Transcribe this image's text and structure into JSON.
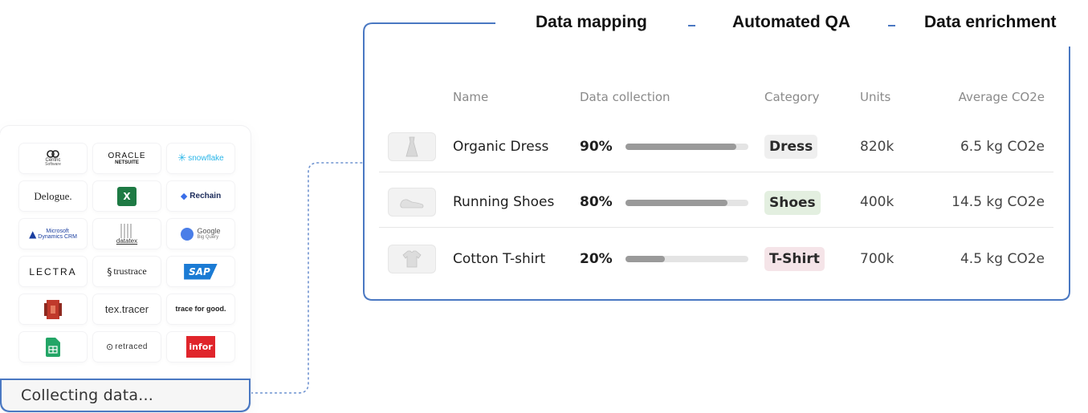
{
  "pipeline": {
    "steps": [
      "Data mapping",
      "Automated QA",
      "Data enrichment"
    ]
  },
  "table": {
    "headers": {
      "name": "Name",
      "collection": "Data collection",
      "category": "Category",
      "units": "Units",
      "co2": "Average CO2e"
    },
    "rows": [
      {
        "name": "Organic Dress",
        "pct": "90%",
        "progress": 0.9,
        "category": "Dress",
        "category_bg": "#efefef",
        "units": "820k",
        "co2": "6.5 kg CO2e"
      },
      {
        "name": "Running Shoes",
        "pct": "80%",
        "progress": 0.83,
        "category": "Shoes",
        "category_bg": "#e3efe0",
        "units": "400k",
        "co2": "14.5 kg CO2e"
      },
      {
        "name": "Cotton T-shirt",
        "pct": "20%",
        "progress": 0.32,
        "category": "T-Shirt",
        "category_bg": "#f5e4e8",
        "units": "700k",
        "co2": "4.5 kg CO2e"
      }
    ]
  },
  "integrations": {
    "status": "Collecting data...",
    "logos": {
      "centric": "Centric",
      "centric_sub": "Software",
      "oracle": "ORACLE",
      "oracle_sub": "NETSUITE",
      "snowflake": "snowflake",
      "delogue": "Delogue.",
      "excel": "X",
      "rechain": "Rechain",
      "msdyn": "Microsoft",
      "msdyn_sub": "Dynamics CRM",
      "datatex": "datatex",
      "google": "Google",
      "google_sub": "Big Query",
      "lectra": "LECTRA",
      "trustrace": "trustrace",
      "sap": "SAP",
      "textracer": "tex.tracer",
      "traceforgood": "trace for good.",
      "retraced": "retraced",
      "infor": "infor"
    }
  },
  "colors": {
    "accent": "#4a78c2",
    "bar_fill": "#9a9a9a",
    "bar_track": "#e4e4e4"
  }
}
